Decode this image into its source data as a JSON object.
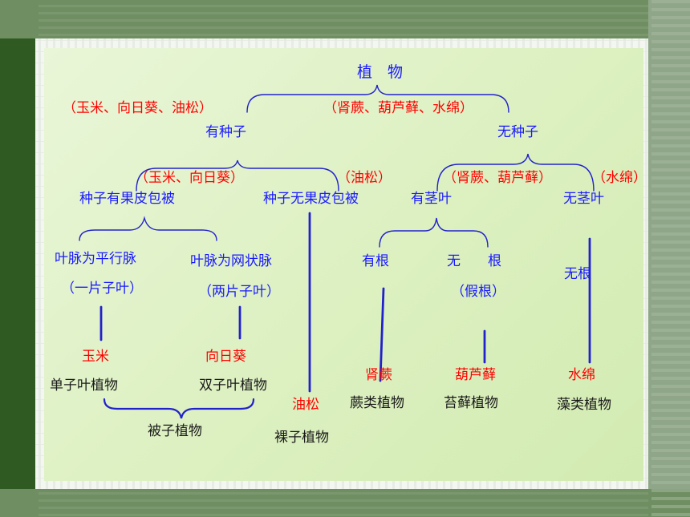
{
  "nodes": {
    "root": "植　物",
    "seed": "有种子",
    "noseed": "无种子",
    "fruit_covered": "种子有果皮包被",
    "fruit_bare": "种子无果皮包被",
    "stem_leaf": "有茎叶",
    "no_stem_leaf": "无茎叶",
    "parallel": "叶脉为平行脉",
    "monocot_note": "（一片子叶）",
    "netted": "叶脉为网状脉",
    "dicot_note": "（两片子叶）",
    "has_root": "有根",
    "no_root": "无　　根",
    "false_root": "（假根）",
    "rootless": "无根"
  },
  "examples": {
    "seed_ex": "（玉米、向日葵、油松）",
    "noseed_ex": "（肾蕨、葫芦藓、水绵）",
    "covered_ex": "（玉米、向日葵）",
    "bare_ex": "（油松）",
    "stem_ex": "（肾蕨、葫芦藓）",
    "nostem_ex": "（水绵）",
    "corn": "玉米",
    "sunflower": "向日葵",
    "pine": "油松",
    "fern": "肾蕨",
    "moss": "葫芦藓",
    "alga": "水绵"
  },
  "categories": {
    "monocot": "单子叶植物",
    "dicot": "双子叶植物",
    "angiosperm": "被子植物",
    "gymnosperm": "裸子植物",
    "fern_plants": "蕨类植物",
    "moss_plants": "苔藓植物",
    "algae": "藻类植物"
  },
  "colors": {
    "concept": "#1a1aff",
    "example": "#ff0000",
    "category": "#1a1a1a",
    "line": "#2222cc"
  }
}
